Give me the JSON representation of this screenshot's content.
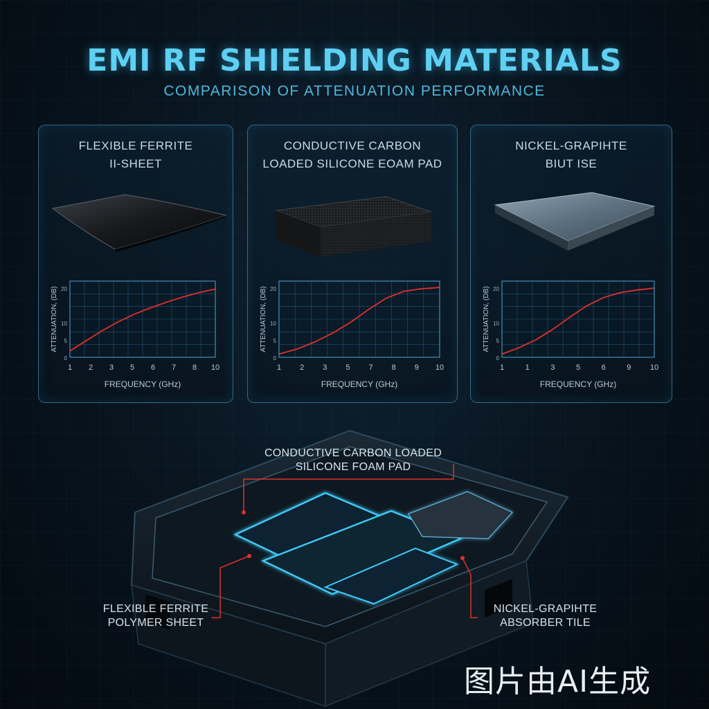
{
  "header": {
    "title": "EMI RF SHIELDING MATERIALS",
    "subtitle": "COMPARISON OF ATTENUATION PERFORMANCE"
  },
  "panels": [
    {
      "title_line1": "FLEXIBLE FERRITE",
      "title_line2": "II-SHEET"
    },
    {
      "title_line1": "CONDUCTIVE CARBON",
      "title_line2": "LOADED SILICONE EOAM PAD"
    },
    {
      "title_line1": "NICKEL-GRAPIHTE",
      "title_line2": "BIUT ISE"
    }
  ],
  "chart_data": [
    {
      "type": "line",
      "xlabel": "FREQUENCY (GHz)",
      "ylabel": "ATTENUATION, (DB)",
      "x_ticks": [
        "1",
        "2",
        "3",
        "5",
        "6",
        "7",
        "8",
        "10"
      ],
      "y_ticks": [
        "0",
        "5",
        "10",
        "20"
      ],
      "series": [
        {
          "x": [
            1,
            2,
            3,
            4,
            5,
            6,
            7,
            8,
            9,
            10
          ],
          "y": [
            2,
            5.2,
            8.4,
            11.2,
            13.6,
            15.6,
            17.4,
            19,
            20.4,
            21.5
          ]
        }
      ],
      "xlim": [
        1,
        10
      ],
      "ylim": [
        0,
        24
      ],
      "grid": true,
      "colors": {
        "line": "#e0302e",
        "grid": "#2c6e93",
        "axis": "#4fa8d6"
      }
    },
    {
      "type": "line",
      "xlabel": "FREQUENCY (GHz)",
      "ylabel": "ATTENUATION, (DB)",
      "x_ticks": [
        "1",
        "2",
        "3",
        "5",
        "7",
        "8",
        "9",
        "10"
      ],
      "y_ticks": [
        "0",
        "5",
        "10",
        "20"
      ],
      "series": [
        {
          "x": [
            1,
            2,
            3,
            4,
            5,
            6,
            7,
            8,
            9,
            10
          ],
          "y": [
            1,
            2.6,
            4.8,
            7.6,
            11,
            15,
            18.6,
            20.8,
            21.6,
            22
          ]
        }
      ],
      "xlim": [
        1,
        10
      ],
      "ylim": [
        0,
        24
      ],
      "grid": true,
      "colors": {
        "line": "#e0302e",
        "grid": "#2c6e93",
        "axis": "#4fa8d6"
      }
    },
    {
      "type": "line",
      "xlabel": "FREQUENCY (GHz)",
      "ylabel": "ATTENUATION, (DB)",
      "x_ticks": [
        "1",
        "1",
        "3",
        "5",
        "6",
        "9",
        "10"
      ],
      "y_ticks": [
        "0",
        "5",
        "10",
        "20"
      ],
      "series": [
        {
          "x": [
            1,
            2,
            3,
            4,
            5,
            6,
            7,
            8,
            9,
            10
          ],
          "y": [
            1,
            3,
            5.5,
            8.8,
            12.6,
            16.2,
            18.8,
            20.4,
            21.2,
            21.8
          ]
        }
      ],
      "xlim": [
        1,
        10
      ],
      "ylim": [
        0,
        24
      ],
      "grid": true,
      "colors": {
        "line": "#e0302e",
        "grid": "#2c6e93",
        "axis": "#4fa8d6"
      }
    }
  ],
  "callouts": {
    "top_line1": "CONDUCTIVE CARBON LOADED",
    "top_line2": "SILICONE FOAM PAD",
    "left_line1": "FLEXIBLE FERRITE",
    "left_line2": "POLYMER SHEET",
    "right_line1": "NICKEL-GRAPIHTE",
    "right_line2": "ABSORBER TILE"
  },
  "watermark": "图片由AI生成",
  "colors": {
    "accent": "#5fd0f2",
    "callout_line": "#e0302e",
    "device_glow": "#3fc7f5"
  }
}
